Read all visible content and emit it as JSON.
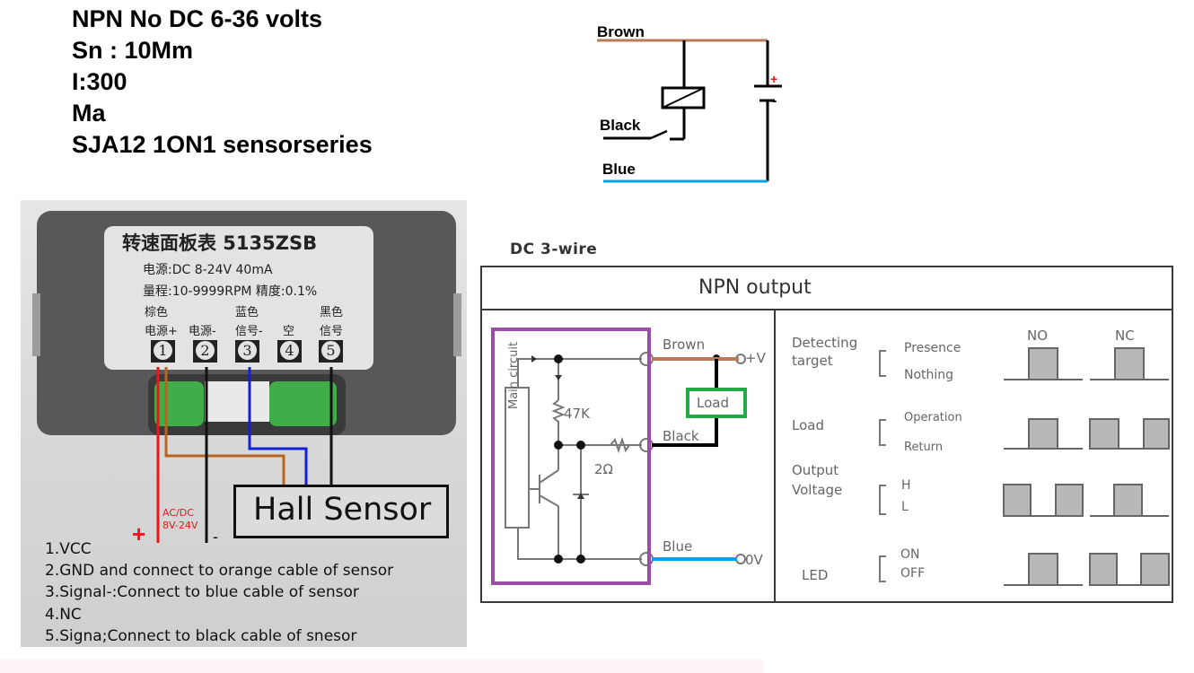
{
  "spec": {
    "lines": [
      "NPN No DC 6-36 volts",
      "Sn : 10Mm",
      "I:300",
      "Ma",
      "SJA12 1ON1 sensorseries"
    ]
  },
  "relay_schematic": {
    "wires": {
      "brown": "Brown",
      "black": "Black",
      "blue": "Blue"
    },
    "battery_plus": "+",
    "battery_minus": "-",
    "colors": {
      "brown": "#b97a57",
      "blue": "#00a2e8",
      "plus": "#e01b1b"
    }
  },
  "panel_photo": {
    "title": "转速面板表  5135ZSB",
    "power_line": "电源:DC 8-24V 40mA",
    "range_line": "量程:10-9999RPM 精度:0.1%",
    "color_labels": [
      "棕色",
      "蓝色",
      "黑色"
    ],
    "terminal_functions": [
      "电源+",
      "电源-",
      "信号-",
      "空",
      "信号"
    ],
    "terminals": [
      "1",
      "2",
      "3",
      "4",
      "5"
    ],
    "hall_sensor": "Hall Sensor",
    "supply": [
      "AC/DC",
      "8V-24V"
    ],
    "plus": "+",
    "minus": "-",
    "pin_list": [
      "1.VCC",
      "2.GND and connect to orange cable of sensor",
      "3.Signal-:Connect to blue cable of sensor",
      "4.NC",
      "5.Signa;Connect to black cable of snesor"
    ],
    "wire_colors": {
      "red": "#e8191c",
      "orange": "#b5651d",
      "black": "#111111",
      "blue": "#1020e0"
    }
  },
  "npn_table": {
    "heading": "DC 3-wire",
    "title": "NPN output",
    "circuit": {
      "main_circuit": "Main circuit",
      "resistor_1": "47K",
      "resistor_2": "2Ω",
      "brown": "Brown",
      "black": "Black",
      "blue": "Blue",
      "plus_v": "+V",
      "zero_v": "0V",
      "load": "Load"
    },
    "columns": [
      "NO",
      "NC"
    ],
    "rows": [
      {
        "label": [
          "Detecting",
          "target"
        ],
        "states": [
          "Presence",
          "Nothing"
        ]
      },
      {
        "label": [
          "Load"
        ],
        "states": [
          "Operation",
          "Return"
        ]
      },
      {
        "label": [
          "Output",
          "Voltage"
        ],
        "states": [
          "H",
          "L"
        ]
      },
      {
        "label": [
          "LED"
        ],
        "states": [
          "ON",
          "OFF"
        ]
      }
    ],
    "highlight_colors": {
      "circuit_box": "#9b4ea6",
      "load_box": "#22aa44",
      "brown": "#b97a57",
      "blue": "#00a2e8"
    }
  }
}
